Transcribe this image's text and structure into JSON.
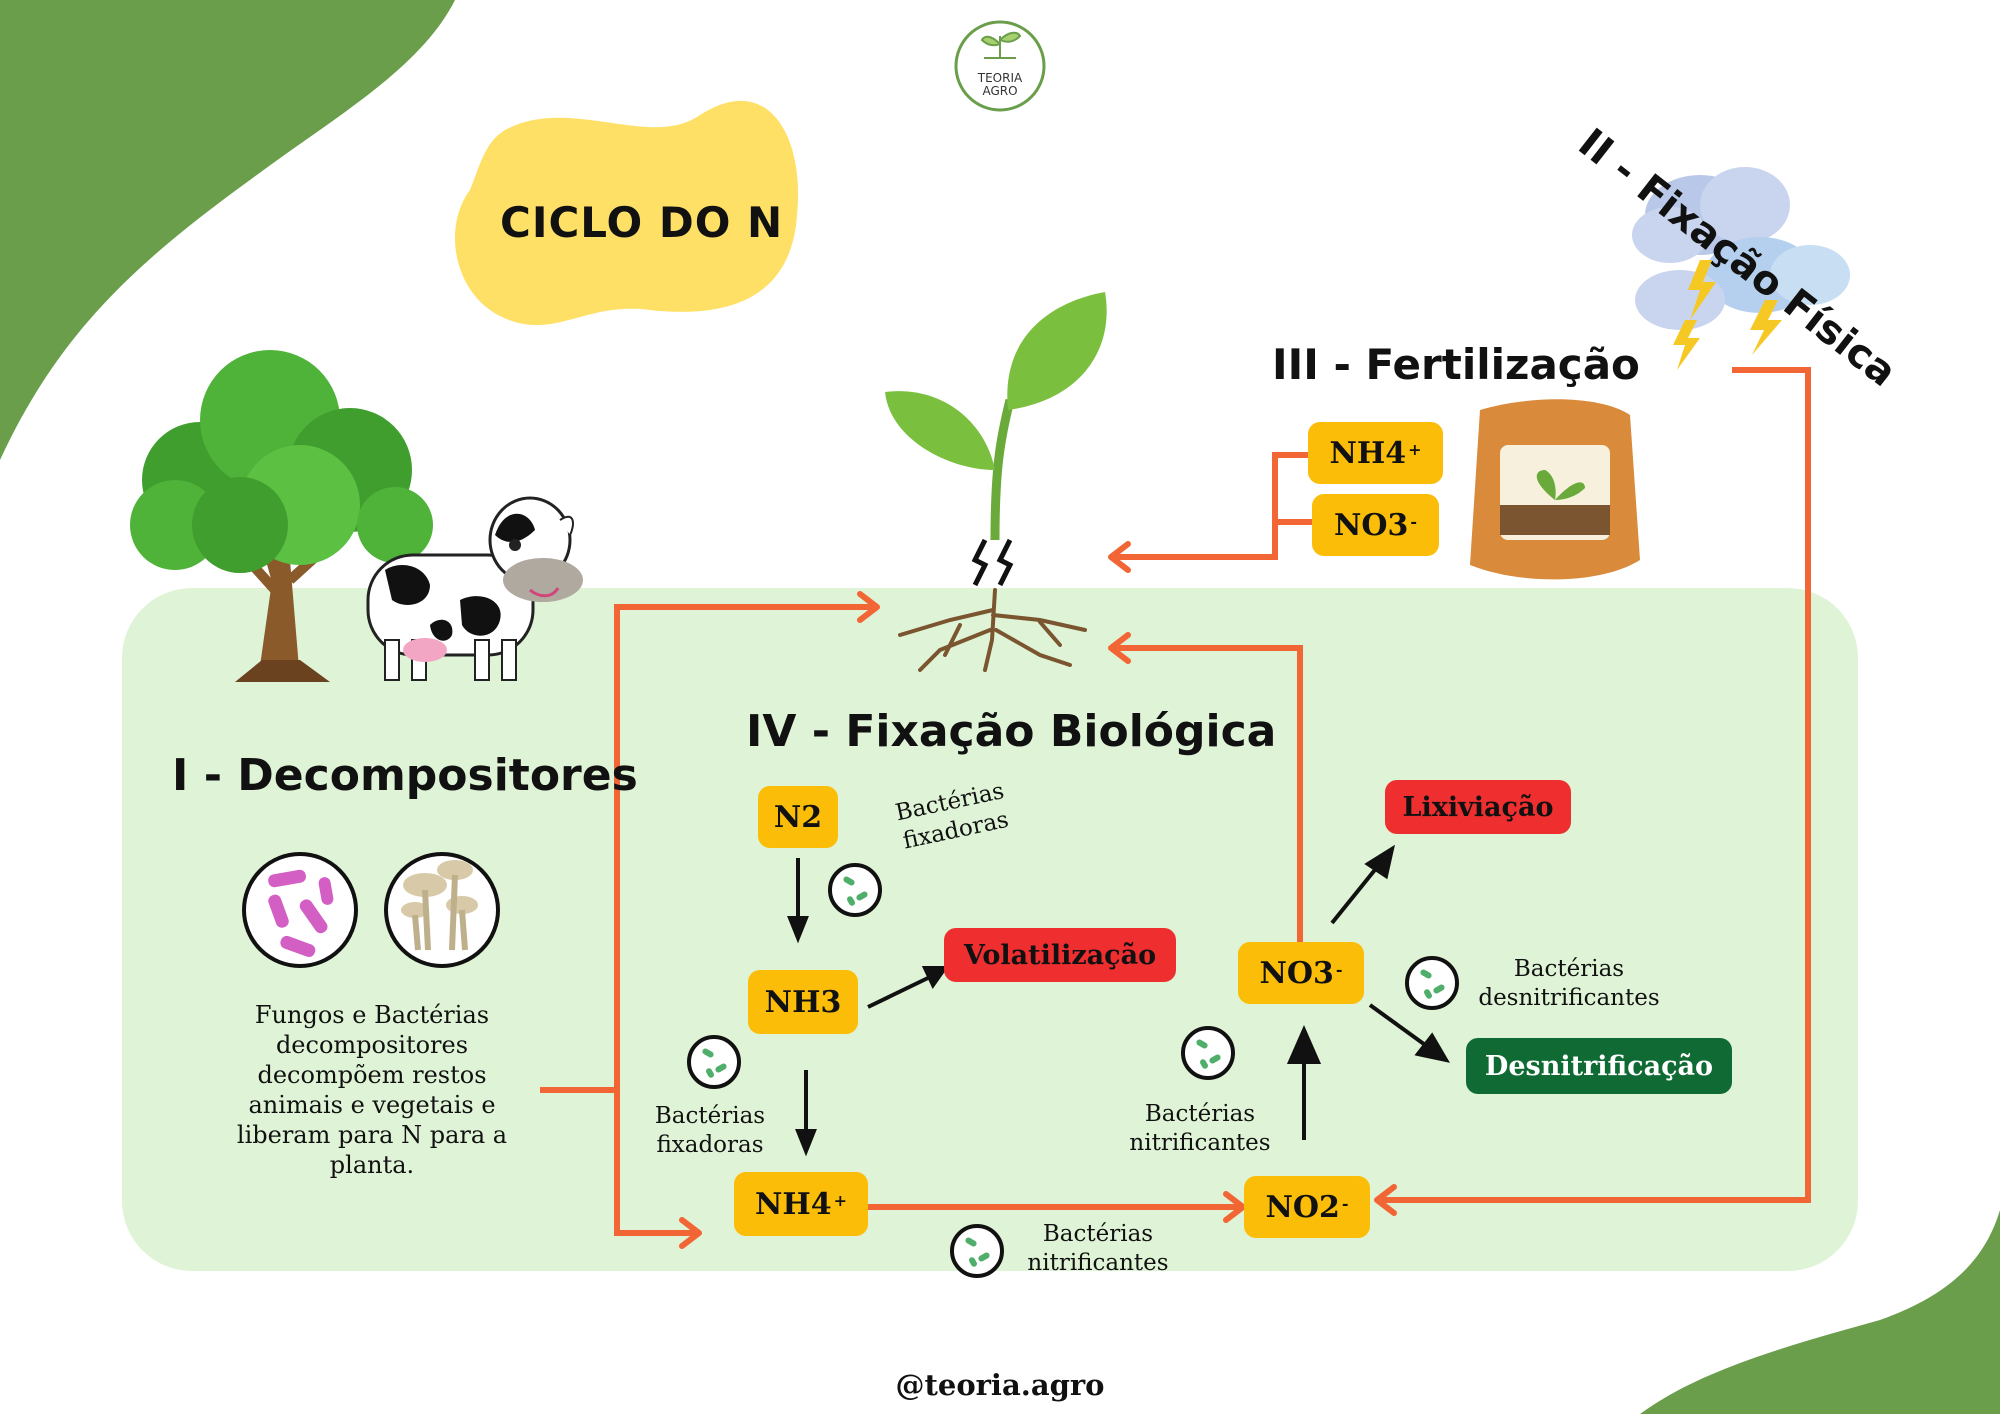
{
  "logo": {
    "line1": "TEORIA",
    "line2": "AGRO"
  },
  "title": "CICLO DO N",
  "sections": {
    "decompositores": "I - Decompositores",
    "fixacao_fisica": "II - Fixação Física",
    "fertilizacao": "III - Fertilização",
    "fixacao_biologica": "IV - Fixação Biológica"
  },
  "description": [
    "Fungos e Bactérias",
    "decompositores",
    "decompõem restos",
    "animais e vegetais e",
    "liberam para N para a",
    "planta."
  ],
  "chips": {
    "fert_nh4": {
      "base": "NH4",
      "sup": "+"
    },
    "fert_no3": {
      "base": "NO3",
      "sup": "-"
    },
    "n2": "N2",
    "nh3": "NH3",
    "nh4": {
      "base": "NH4",
      "sup": "+"
    },
    "no2": {
      "base": "NO2",
      "sup": "-"
    },
    "no3": {
      "base": "NO3",
      "sup": "-"
    },
    "volatilizacao": "Volatilização",
    "lixiviacao": "Lixiviação",
    "desnitrificacao": "Desnitrificação"
  },
  "bacteria_labels": {
    "fixadoras_top": [
      "Bactérias",
      "fixadoras"
    ],
    "fixadoras_left": [
      "Bactérias",
      "fixadoras"
    ],
    "nitrificantes_mid": [
      "Bactérias",
      "nitrificantes"
    ],
    "nitrificantes_bottom": [
      "Bactérias",
      "nitrificantes"
    ],
    "desnitrificantes": [
      "Bactérias",
      "desnitrificantes"
    ]
  },
  "footer": "@teoria.agro",
  "colors": {
    "corner_green": "#6a9e4a",
    "panel_green": "#dff4d6",
    "title_blob": "#ffe066",
    "arrow_orange": "#f26535",
    "chip_yellow": "#fbbd08",
    "chip_red": "#ef2f2f",
    "chip_dark_green": "#0f6b33",
    "microbe_green": "#4fae6a"
  }
}
